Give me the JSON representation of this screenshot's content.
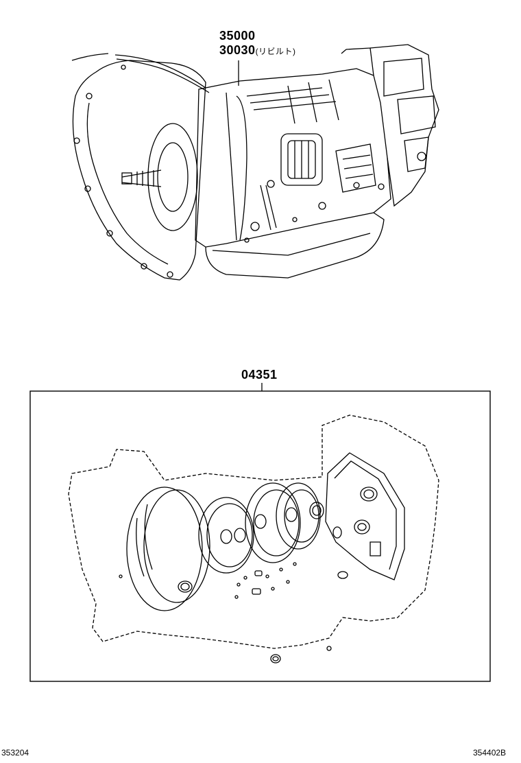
{
  "callouts": {
    "top_part_1": "35000",
    "top_part_2": "30030",
    "top_part_2_note": "(リビルト)",
    "kit_part": "04351"
  },
  "footer": {
    "left_code": "353204",
    "right_code": "354402B"
  }
}
